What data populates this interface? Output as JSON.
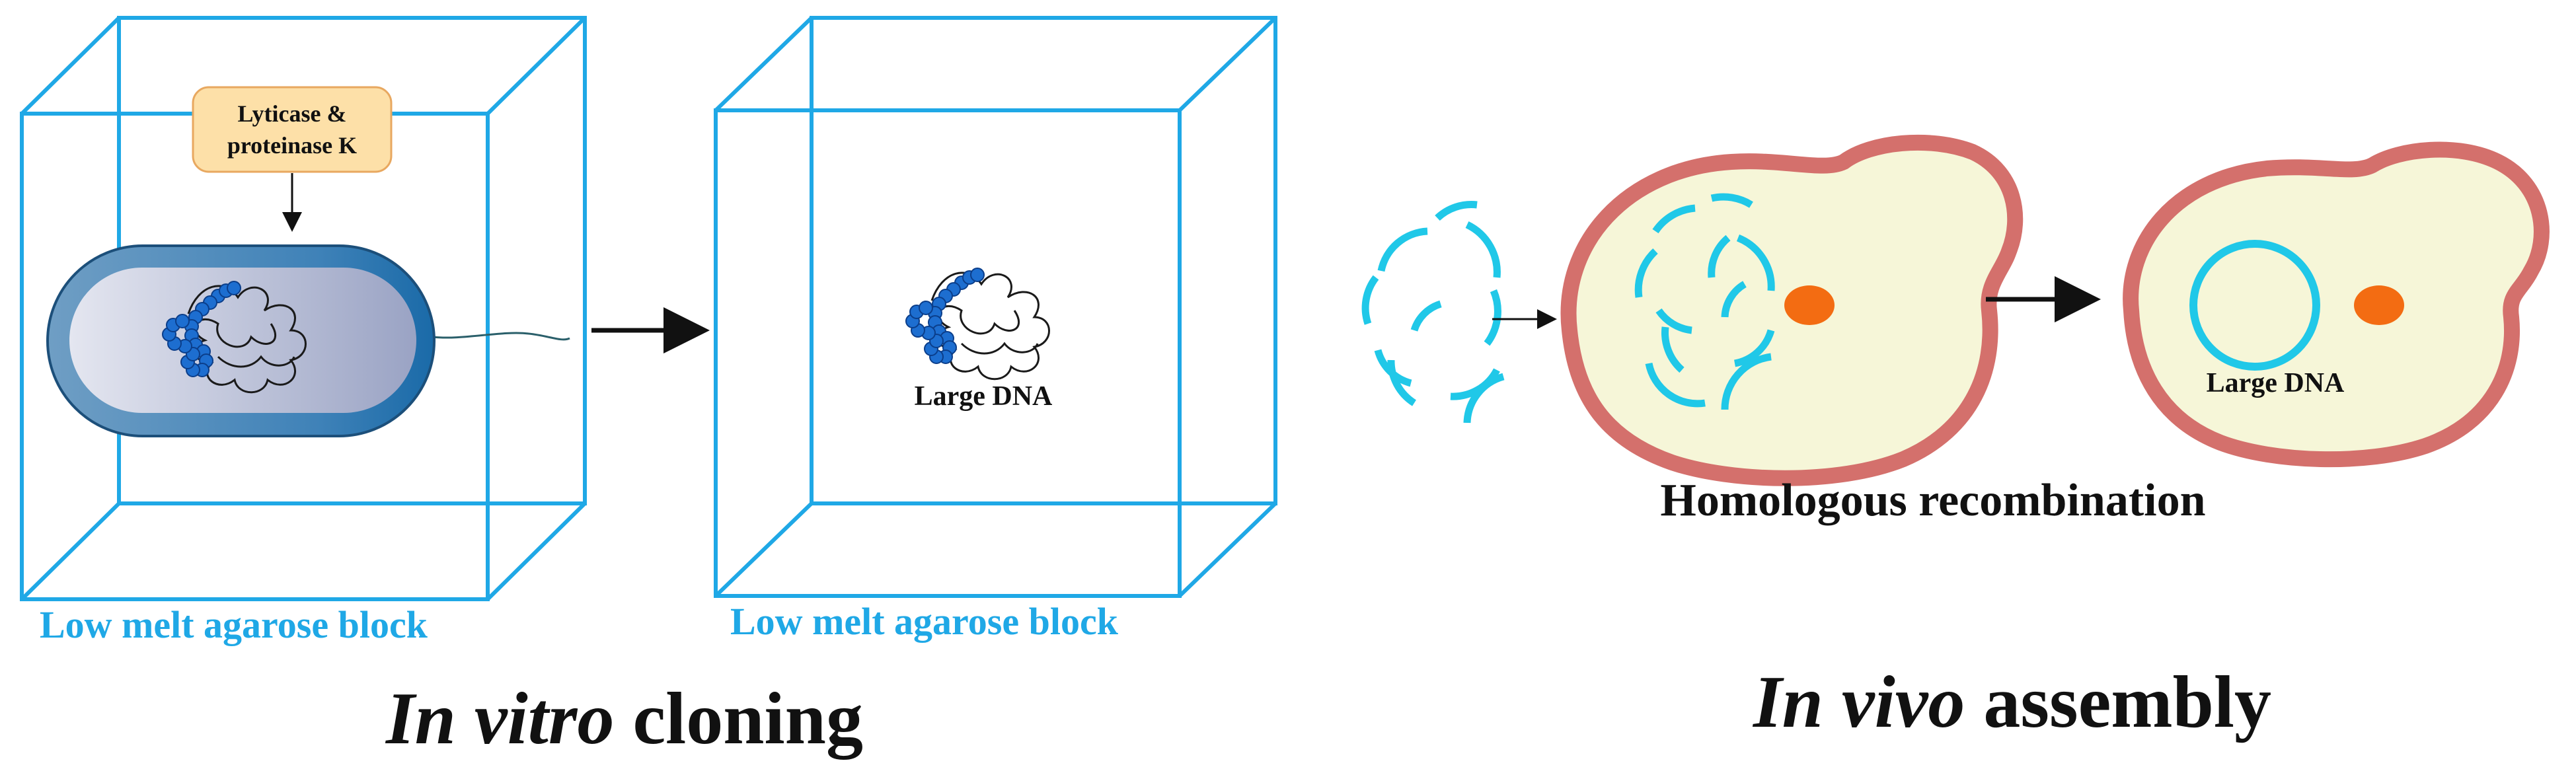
{
  "colors": {
    "box_line": "#1fa8e6",
    "label_blue": "#1fa8e6",
    "dna_fragment": "#20c8e8",
    "cell_wall": "#d4706c",
    "cytoplasm": "#f6f6d8",
    "nucleus": "#f36c12",
    "enzyme_box_fill": "#fde0a8",
    "enzyme_box_stroke": "#e8a860",
    "bead": "#1d6ed0",
    "bacterium_outer": "#2f6f9f",
    "bacterium_inner": "#c8cde0"
  },
  "left_panel": {
    "enzyme_label_line1": "Lyticase &",
    "enzyme_label_line2": "proteinase K",
    "block_label": "Low melt agarose block"
  },
  "middle_panel": {
    "dna_label": "Large DNA",
    "block_label": "Low melt agarose block"
  },
  "right_panel": {
    "dna_label": "Large DNA",
    "process_label": "Homologous recombination"
  },
  "titles": {
    "left_italic": "In vitro",
    "left_rest": " cloning",
    "right_italic": "In vivo",
    "right_rest": " assembly"
  }
}
